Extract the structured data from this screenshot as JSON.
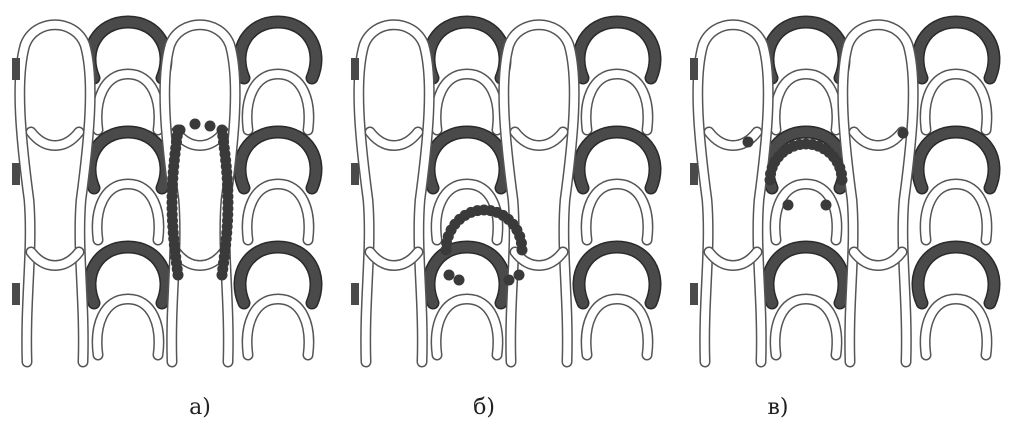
{
  "figure": {
    "panels": [
      {
        "label": "а)",
        "highlight": "vertical-column"
      },
      {
        "label": "б)",
        "highlight": "single-loop-lower"
      },
      {
        "label": "в)",
        "highlight": "single-loop-middle"
      }
    ]
  },
  "colors": {
    "background": "#ffffff",
    "white_loop_fill": "#ffffff",
    "white_loop_stroke": "#555555",
    "dark_loop": "#4a4a4a",
    "dark_loop_edge": "#2a2a2a",
    "bead": "#3a3a3a"
  }
}
